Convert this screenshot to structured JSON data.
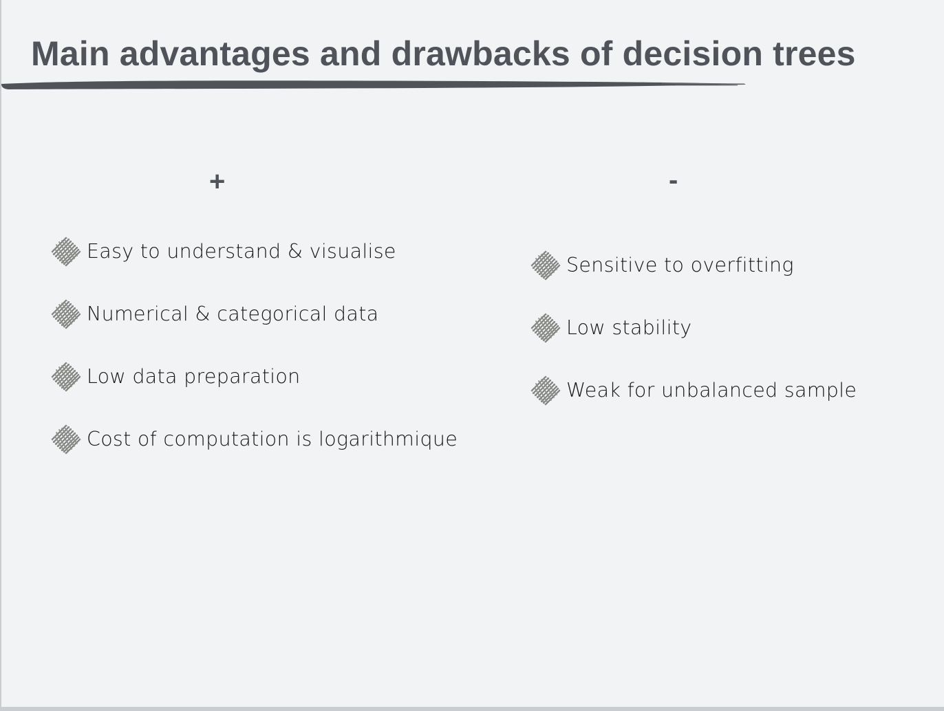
{
  "slide": {
    "title": "Main advantages and drawbacks of decision trees",
    "accent_color": "#50535a",
    "bullet_icon": "scribble-diamond-icon"
  },
  "pros": {
    "heading": "+",
    "items": [
      "Easy to understand & visualise",
      "Numerical & categorical data",
      "Low data preparation",
      "Cost of computation is logarithmique"
    ]
  },
  "cons": {
    "heading": "-",
    "items": [
      "Sensitive to overfitting",
      "Low stability",
      "Weak for unbalanced sample"
    ]
  }
}
